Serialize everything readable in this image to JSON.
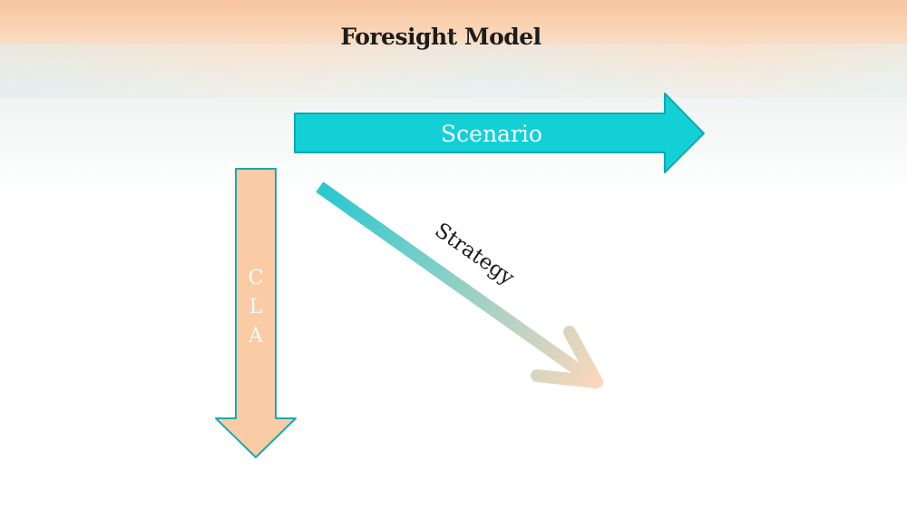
{
  "slide": {
    "title": "Foresight Model"
  },
  "arrows": {
    "scenario": {
      "label": "Scenario",
      "color": "#12d0d6",
      "outline": "#0fa9b2",
      "text_color": "#ffffff"
    },
    "cla": {
      "label_letters": [
        "C",
        "L",
        "A"
      ],
      "color": "#fbcba5",
      "outline": "#1aa9ae",
      "text_color": "#ffffff"
    },
    "strategy": {
      "label": "Strategy",
      "color_start": "#2bc8cf",
      "color_end": "#fcd7bc",
      "text_color": "#1a1a1a"
    }
  }
}
